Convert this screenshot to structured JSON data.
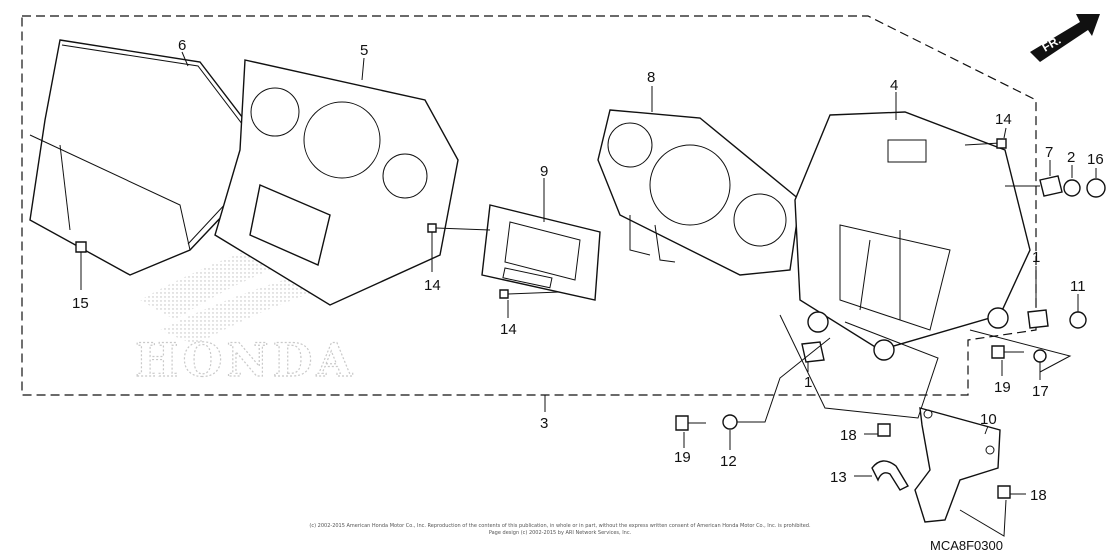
{
  "diagram": {
    "direction_label": "FR.",
    "watermark": "HONDA",
    "drawing_code": "MCA8F0300",
    "copyright_line1": "(c) 2002-2015 American Honda Motor Co., Inc. Reproduction of the contents of this publication, in whole or in part, without the express written consent of American Honda Motor Co., Inc. is prohibited.",
    "copyright_line2": "Page design (c) 2002-2015 by ARI Network Services, Inc.",
    "callouts": {
      "c1a": "1",
      "c1b": "1",
      "c2": "2",
      "c3": "3",
      "c4": "4",
      "c5": "5",
      "c6": "6",
      "c7": "7",
      "c8": "8",
      "c9": "9",
      "c10": "10",
      "c11": "11",
      "c12": "12",
      "c13": "13",
      "c14a": "14",
      "c14b": "14",
      "c14c": "14",
      "c15": "15",
      "c16": "16",
      "c17": "17",
      "c18a": "18",
      "c18b": "18",
      "c19a": "19",
      "c19b": "19"
    }
  }
}
